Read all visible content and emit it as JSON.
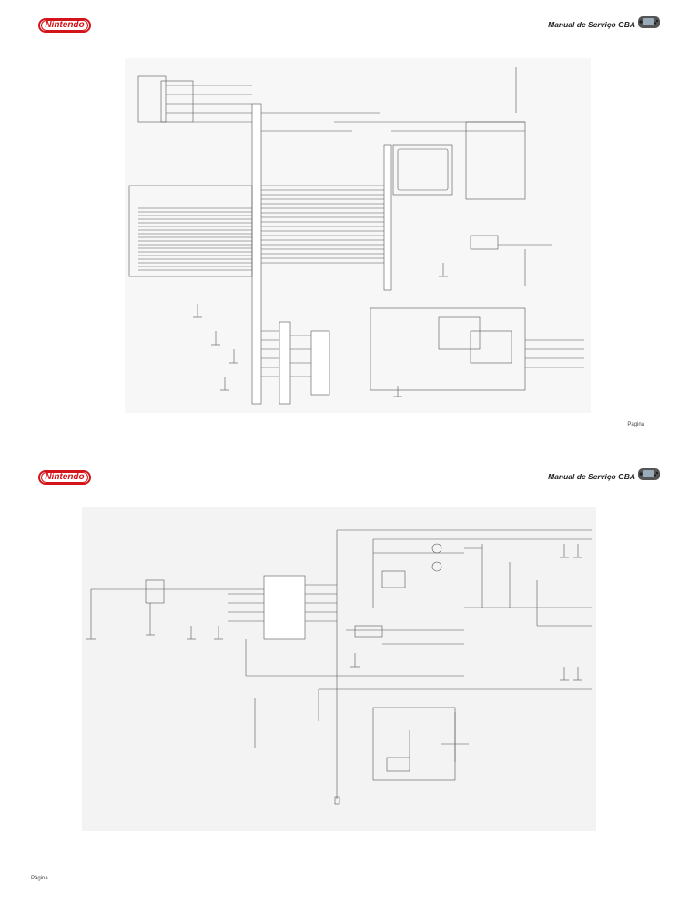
{
  "pages": [
    {
      "brand": "Nintendo",
      "header_title": "Manual de Serviço GBA",
      "footer": "Página"
    },
    {
      "brand": "Nintendo",
      "header_title": "Manual de Serviço GBA",
      "footer": "Página"
    }
  ],
  "colors": {
    "brand_red": "#d4141b",
    "line": "#555555",
    "schematic_bg": "#f4f4f4"
  },
  "icons": [
    "nintendo-logo",
    "gba-console-icon"
  ]
}
